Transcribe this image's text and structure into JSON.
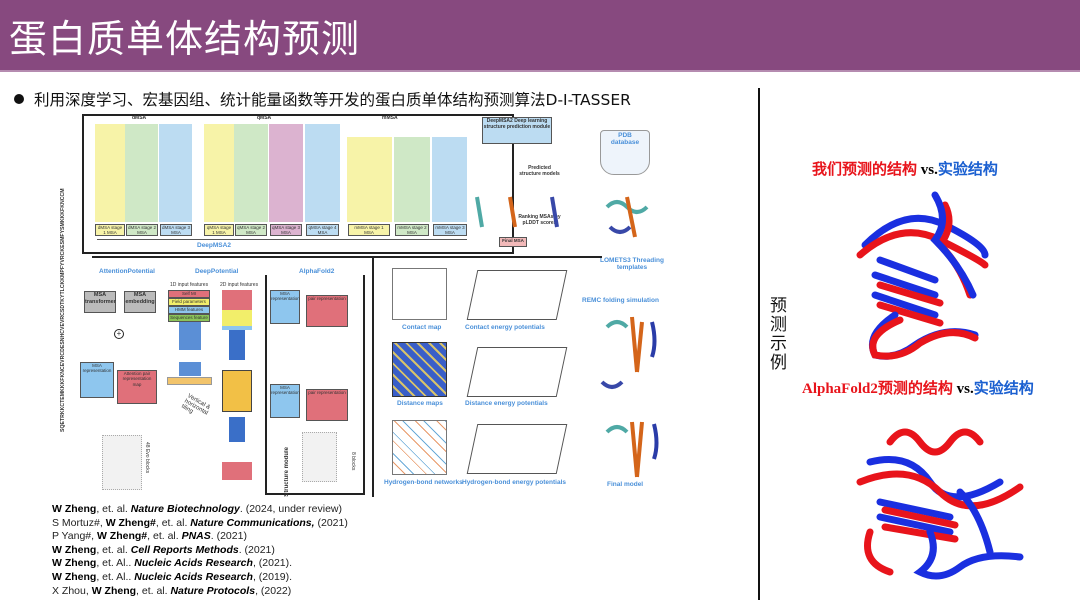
{
  "header": {
    "title": "蛋白质单体结构预测"
  },
  "bullet": "利用深度学习、宏基因组、统计能量函数等开发的蛋白质单体结构预测算法D-I-TASSER",
  "diagram": {
    "sequence": "SQETRKKCTEMKKKFKNCEVRCDESNHCVEVRCSDTKYTLCKKMPFYVRCKESMFYSMKKKFKNCCM",
    "dmsa": "dMSA",
    "qmsa": "qMSA",
    "mmsa": "mMSA",
    "deepmsa2": "DeepMSA2",
    "stages": [
      "dMSA stage 1 MSA",
      "dMSA stage 2 MSA",
      "dMSA stage 3 MSA",
      "qMSA stage 1 MSA",
      "qMSA stage 2 MSA",
      "qMSA stage 3 MSA",
      "qMSA stage 4 MSA",
      "mMSA stage 1 MSA",
      "mMSA stage 2 MSA",
      "mMSA stage 3 MSA"
    ],
    "dl_module": "DeepMSA2 Deep learning structure prediction module",
    "predicted": "Predicted structure models",
    "ranking": "Ranking MSAs by pLDDT scores",
    "final_msa": "Final MSA",
    "pdb": "PDB database",
    "attention_potential": "AttentionPotential",
    "deep_potential": "DeepPotential",
    "alphafold2": "AlphaFold2",
    "msa_transformer": "MSA transformer",
    "msa_embedding": "MSA embedding",
    "msa_representation": "MSA representation",
    "attention_pair": "Attention pair representation map",
    "pair_representation": "pair representation",
    "input1d": "1D input features",
    "input2d": "2D input features",
    "features": [
      "Self MI",
      "Field parameters",
      "HMM features",
      "Sequences feature"
    ],
    "tiling": "Vertical & horizontal tiling",
    "evoformer48": "48 Evo blocks",
    "structure_module": "Structure module",
    "blocks8": "8 blocks",
    "contact_map": "Contact map",
    "contact_energy": "Contact energy potentials",
    "distance_maps": "Distance maps",
    "distance_energy": "Distance energy potentials",
    "hbond": "Hydrogen-bond networks",
    "hbond_energy": "Hydrogen-bond energy potentials",
    "lomets": "LOMETS3 Threading templates",
    "remc": "REMC folding simulation",
    "final_model": "Final model"
  },
  "references": [
    {
      "pre": "",
      "bold": "W Zheng",
      "mid": ", et. al. ",
      "journal": "Nature Biotechnology",
      "post": ". (2024, under review)"
    },
    {
      "pre": "S Mortuz#, ",
      "bold": "W Zheng#",
      "mid": ", et. al. ",
      "journal": "Nature Communications,",
      "post": " (2021)"
    },
    {
      "pre": "P Yang#, ",
      "bold": "W Zheng#",
      "mid": ", et. al. ",
      "journal": "PNAS",
      "post": ". (2021)"
    },
    {
      "pre": "",
      "bold": "W Zheng",
      "mid": ", et. al. ",
      "journal": "Cell Reports Methods",
      "post": ". (2021)"
    },
    {
      "pre": "",
      "bold": "W Zheng",
      "mid": ", et. Al.. ",
      "journal": "Nucleic Acids Research",
      "post": ", (2021)."
    },
    {
      "pre": "",
      "bold": "W Zheng",
      "mid": ", et. Al.. ",
      "journal": "Nucleic Acids Research",
      "post": ", (2019)."
    },
    {
      "pre": "X Zhou, ",
      "bold": "W Zheng",
      "mid": ", et. al. ",
      "journal": "Nature Protocols",
      "post": ", (2022)"
    }
  ],
  "side": {
    "label": "预测示例",
    "cap1": {
      "a": "我们预测的结构",
      "vs": " vs.",
      "b": "实验结构"
    },
    "cap2": {
      "a": "AlphaFold2预测的结构",
      "vs": " vs.",
      "b": "实验结构"
    }
  },
  "colors": {
    "header": "#87497f",
    "ours": "#e8141b",
    "exp": "#1a5fd0"
  }
}
